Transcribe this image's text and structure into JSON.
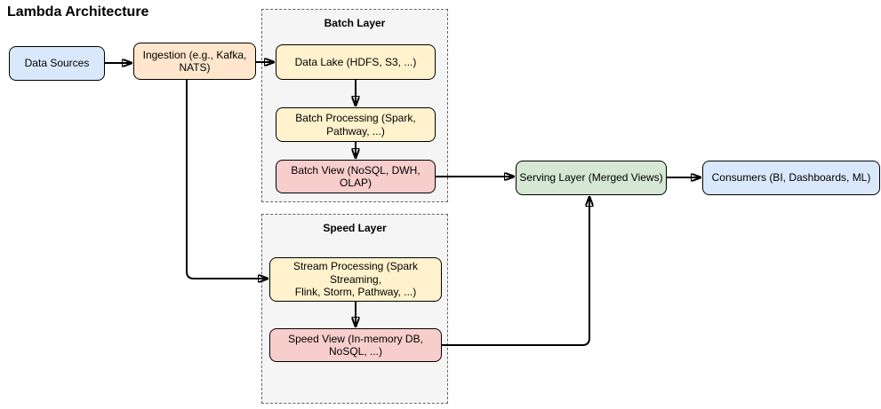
{
  "title": "Lambda Architecture",
  "containers": {
    "batch_layer": {
      "label": "Batch Layer"
    },
    "speed_layer": {
      "label": "Speed Layer"
    }
  },
  "nodes": {
    "data_sources": {
      "label": "Data Sources",
      "fill": "#dae8fc"
    },
    "ingestion": {
      "label": "Ingestion (e.g., Kafka,\nNATS)",
      "fill": "#ffe6cc"
    },
    "data_lake": {
      "label": "Data Lake (HDFS, S3, ...)",
      "fill": "#fff2cc"
    },
    "batch_processing": {
      "label": "Batch Processing (Spark,\nPathway, ...)",
      "fill": "#fff2cc"
    },
    "batch_view": {
      "label": "Batch View (NoSQL, DWH,\nOLAP)",
      "fill": "#f8cecc"
    },
    "stream_processing": {
      "label": "Stream Processing (Spark Streaming,\nFlink, Storm, Pathway, ...)",
      "fill": "#fff2cc"
    },
    "speed_view": {
      "label": "Speed View (In-memory DB,\nNoSQL, ...)",
      "fill": "#f8cecc"
    },
    "serving_layer": {
      "label": "Serving Layer (Merged Views)",
      "fill": "#d5e8d4"
    },
    "consumers": {
      "label": "Consumers (BI, Dashboards, ML)",
      "fill": "#dae8fc"
    }
  },
  "edges": [
    {
      "from": "data_sources",
      "to": "ingestion"
    },
    {
      "from": "ingestion",
      "to": "data_lake"
    },
    {
      "from": "data_lake",
      "to": "batch_processing"
    },
    {
      "from": "batch_processing",
      "to": "batch_view"
    },
    {
      "from": "batch_view",
      "to": "serving_layer"
    },
    {
      "from": "ingestion",
      "to": "stream_processing"
    },
    {
      "from": "stream_processing",
      "to": "speed_view"
    },
    {
      "from": "speed_view",
      "to": "serving_layer"
    },
    {
      "from": "serving_layer",
      "to": "consumers"
    }
  ],
  "colors": {
    "node_border": "#000000",
    "edge_line": "#000000",
    "container_fill": "#f5f5f5",
    "container_border": "#666666",
    "fill_blue": "#dae8fc",
    "fill_orange": "#ffe6cc",
    "fill_yellow": "#fff2cc",
    "fill_red": "#f8cecc",
    "fill_green": "#d5e8d4"
  }
}
